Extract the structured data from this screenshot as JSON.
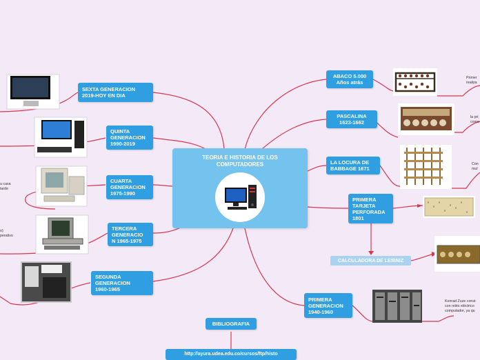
{
  "central": {
    "title": "TEORIA E HISTORIA DE LOS\nCOMPUTADORES"
  },
  "left_topics": [
    {
      "key": "sexta",
      "label": "SEXTA GENERACION\n2019-HOY EN DIA"
    },
    {
      "key": "quinta",
      "label": "QUINTA\nGENERACION\n1990-2019"
    },
    {
      "key": "cuarta",
      "label": "CUARTA\nGENERACION\n1975-1990"
    },
    {
      "key": "tercera",
      "label": "TERCERA\nGENERACIO\nN 1965-1975"
    },
    {
      "key": "segunda",
      "label": "SEGUNDA\nGENERACION\n1960-1965"
    }
  ],
  "right_topics": [
    {
      "key": "abaco",
      "label": "ABACO 5.000\nAños atrás"
    },
    {
      "key": "pascalina",
      "label": "PASCALINA\n1623-1662"
    },
    {
      "key": "babbage",
      "label": "LA LOCURA DE\nBABBAGE 1671"
    },
    {
      "key": "tarjeta",
      "label": "PRIMERA\nTARJETA\nPERFORADA\n1801"
    },
    {
      "key": "leibniz",
      "label": "CALCULADORA DE LEIBNIZ"
    },
    {
      "key": "primera",
      "label": "PRIMERA\nGENERACION\n1940-1960"
    }
  ],
  "bibliography": {
    "label": "BIBLIOGRAFIA",
    "link": "http://ayura.udea.edu.co/cursos/ftp/histo"
  },
  "left_notes": [
    {
      "key": "cuarta",
      "text": "u casa\ntarde"
    },
    {
      "key": "tercera",
      "text": "o)\nperativo"
    }
  ],
  "right_notes": [
    {
      "key": "abaco",
      "text": "Primer\nrealiza"
    },
    {
      "key": "pascalina",
      "text": "la pri\ncomo"
    },
    {
      "key": "babbage",
      "text": "Con\nmul"
    },
    {
      "key": "primera",
      "text": "Konrad Zuze const\ncon relés eléctrico\ncomputador, ya qu"
    }
  ],
  "colors": {
    "background": "#f3e9f7",
    "topic": "#2f9fe2",
    "central": "#74c2ee",
    "connector": "#d8364f",
    "subtopic": "#a9d3f0"
  }
}
